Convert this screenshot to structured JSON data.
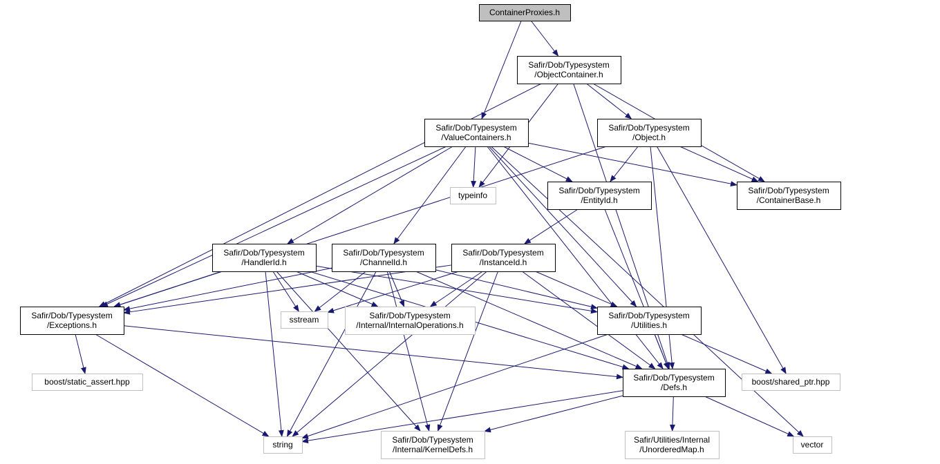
{
  "graph": {
    "edge_color": "#191970",
    "nodes": [
      {
        "id": "root",
        "lines": [
          "ContainerProxies.h"
        ],
        "kind": "root"
      },
      {
        "id": "objcont",
        "lines": [
          "Safir/Dob/Typesystem",
          "/ObjectContainer.h"
        ],
        "kind": "normal"
      },
      {
        "id": "valcont",
        "lines": [
          "Safir/Dob/Typesystem",
          "/ValueContainers.h"
        ],
        "kind": "normal"
      },
      {
        "id": "object",
        "lines": [
          "Safir/Dob/Typesystem",
          "/Object.h"
        ],
        "kind": "normal"
      },
      {
        "id": "typeinfo",
        "lines": [
          "typeinfo"
        ],
        "kind": "external"
      },
      {
        "id": "entityid",
        "lines": [
          "Safir/Dob/Typesystem",
          "/EntityId.h"
        ],
        "kind": "normal"
      },
      {
        "id": "contbase",
        "lines": [
          "Safir/Dob/Typesystem",
          "/ContainerBase.h"
        ],
        "kind": "normal"
      },
      {
        "id": "handlerid",
        "lines": [
          "Safir/Dob/Typesystem",
          "/HandlerId.h"
        ],
        "kind": "normal"
      },
      {
        "id": "channelid",
        "lines": [
          "Safir/Dob/Typesystem",
          "/ChannelId.h"
        ],
        "kind": "normal"
      },
      {
        "id": "instanceid",
        "lines": [
          "Safir/Dob/Typesystem",
          "/InstanceId.h"
        ],
        "kind": "normal"
      },
      {
        "id": "exceptions",
        "lines": [
          "Safir/Dob/Typesystem",
          "/Exceptions.h"
        ],
        "kind": "normal"
      },
      {
        "id": "sstream",
        "lines": [
          "sstream"
        ],
        "kind": "external"
      },
      {
        "id": "intops",
        "lines": [
          "Safir/Dob/Typesystem",
          "/Internal/InternalOperations.h"
        ],
        "kind": "external"
      },
      {
        "id": "utilities",
        "lines": [
          "Safir/Dob/Typesystem",
          "/Utilities.h"
        ],
        "kind": "normal"
      },
      {
        "id": "staticassert",
        "lines": [
          "boost/static_assert.hpp"
        ],
        "kind": "external"
      },
      {
        "id": "defs",
        "lines": [
          "Safir/Dob/Typesystem",
          "/Defs.h"
        ],
        "kind": "normal"
      },
      {
        "id": "sharedptr",
        "lines": [
          "boost/shared_ptr.hpp"
        ],
        "kind": "external"
      },
      {
        "id": "string",
        "lines": [
          "string"
        ],
        "kind": "external"
      },
      {
        "id": "kerneldefs",
        "lines": [
          "Safir/Dob/Typesystem",
          "/Internal/KernelDefs.h"
        ],
        "kind": "external"
      },
      {
        "id": "unorderedmap",
        "lines": [
          "Safir/Utilities/Internal",
          "/UnorderedMap.h"
        ],
        "kind": "external"
      },
      {
        "id": "vector",
        "lines": [
          "vector"
        ],
        "kind": "external"
      }
    ],
    "edges": [
      [
        "root",
        "objcont"
      ],
      [
        "root",
        "valcont"
      ],
      [
        "objcont",
        "object"
      ],
      [
        "objcont",
        "contbase"
      ],
      [
        "objcont",
        "exceptions"
      ],
      [
        "objcont",
        "typeinfo"
      ],
      [
        "objcont",
        "defs"
      ],
      [
        "valcont",
        "typeinfo"
      ],
      [
        "valcont",
        "entityid"
      ],
      [
        "valcont",
        "contbase"
      ],
      [
        "valcont",
        "handlerid"
      ],
      [
        "valcont",
        "channelid"
      ],
      [
        "valcont",
        "exceptions"
      ],
      [
        "valcont",
        "utilities"
      ],
      [
        "valcont",
        "defs"
      ],
      [
        "valcont",
        "vector"
      ],
      [
        "object",
        "entityid"
      ],
      [
        "object",
        "contbase"
      ],
      [
        "object",
        "exceptions"
      ],
      [
        "object",
        "defs"
      ],
      [
        "object",
        "sharedptr"
      ],
      [
        "entityid",
        "instanceid"
      ],
      [
        "entityid",
        "defs"
      ],
      [
        "handlerid",
        "exceptions"
      ],
      [
        "handlerid",
        "sstream"
      ],
      [
        "handlerid",
        "intops"
      ],
      [
        "handlerid",
        "utilities"
      ],
      [
        "handlerid",
        "string"
      ],
      [
        "handlerid",
        "kerneldefs"
      ],
      [
        "handlerid",
        "defs"
      ],
      [
        "channelid",
        "exceptions"
      ],
      [
        "channelid",
        "sstream"
      ],
      [
        "channelid",
        "intops"
      ],
      [
        "channelid",
        "utilities"
      ],
      [
        "channelid",
        "string"
      ],
      [
        "channelid",
        "kerneldefs"
      ],
      [
        "channelid",
        "defs"
      ],
      [
        "instanceid",
        "exceptions"
      ],
      [
        "instanceid",
        "sstream"
      ],
      [
        "instanceid",
        "intops"
      ],
      [
        "instanceid",
        "utilities"
      ],
      [
        "instanceid",
        "string"
      ],
      [
        "instanceid",
        "kerneldefs"
      ],
      [
        "instanceid",
        "defs"
      ],
      [
        "exceptions",
        "staticassert"
      ],
      [
        "exceptions",
        "defs"
      ],
      [
        "exceptions",
        "string"
      ],
      [
        "utilities",
        "defs"
      ],
      [
        "utilities",
        "sharedptr"
      ],
      [
        "utilities",
        "string"
      ],
      [
        "defs",
        "string"
      ],
      [
        "defs",
        "kerneldefs"
      ],
      [
        "defs",
        "unorderedmap"
      ],
      [
        "defs",
        "vector"
      ]
    ]
  }
}
